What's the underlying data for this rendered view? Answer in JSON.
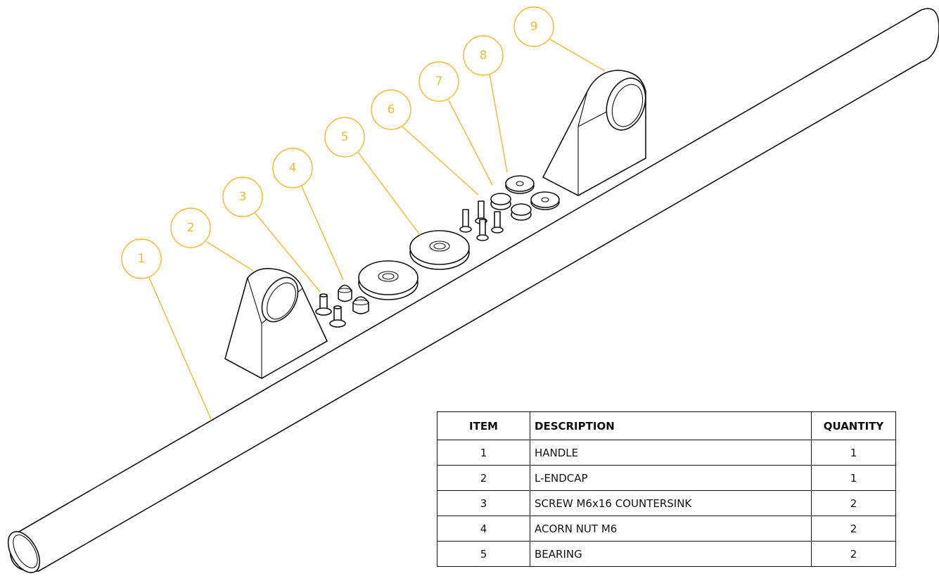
{
  "balloons": [
    "1",
    "2",
    "3",
    "4",
    "5",
    "6",
    "7",
    "8",
    "9"
  ],
  "bom": {
    "headers": {
      "item": "ITEM",
      "description": "DESCRIPTION",
      "quantity": "QUANTITY"
    },
    "rows": [
      {
        "item": "1",
        "description": "HANDLE",
        "quantity": "1"
      },
      {
        "item": "2",
        "description": "L-ENDCAP",
        "quantity": "1"
      },
      {
        "item": "3",
        "description": "SCREW M6x16 COUNTERSINK",
        "quantity": "2"
      },
      {
        "item": "4",
        "description": "ACORN NUT M6",
        "quantity": "2"
      },
      {
        "item": "5",
        "description": "BEARING",
        "quantity": "2"
      }
    ]
  },
  "colors": {
    "balloon": "#f5b82e",
    "line": "#111111"
  }
}
